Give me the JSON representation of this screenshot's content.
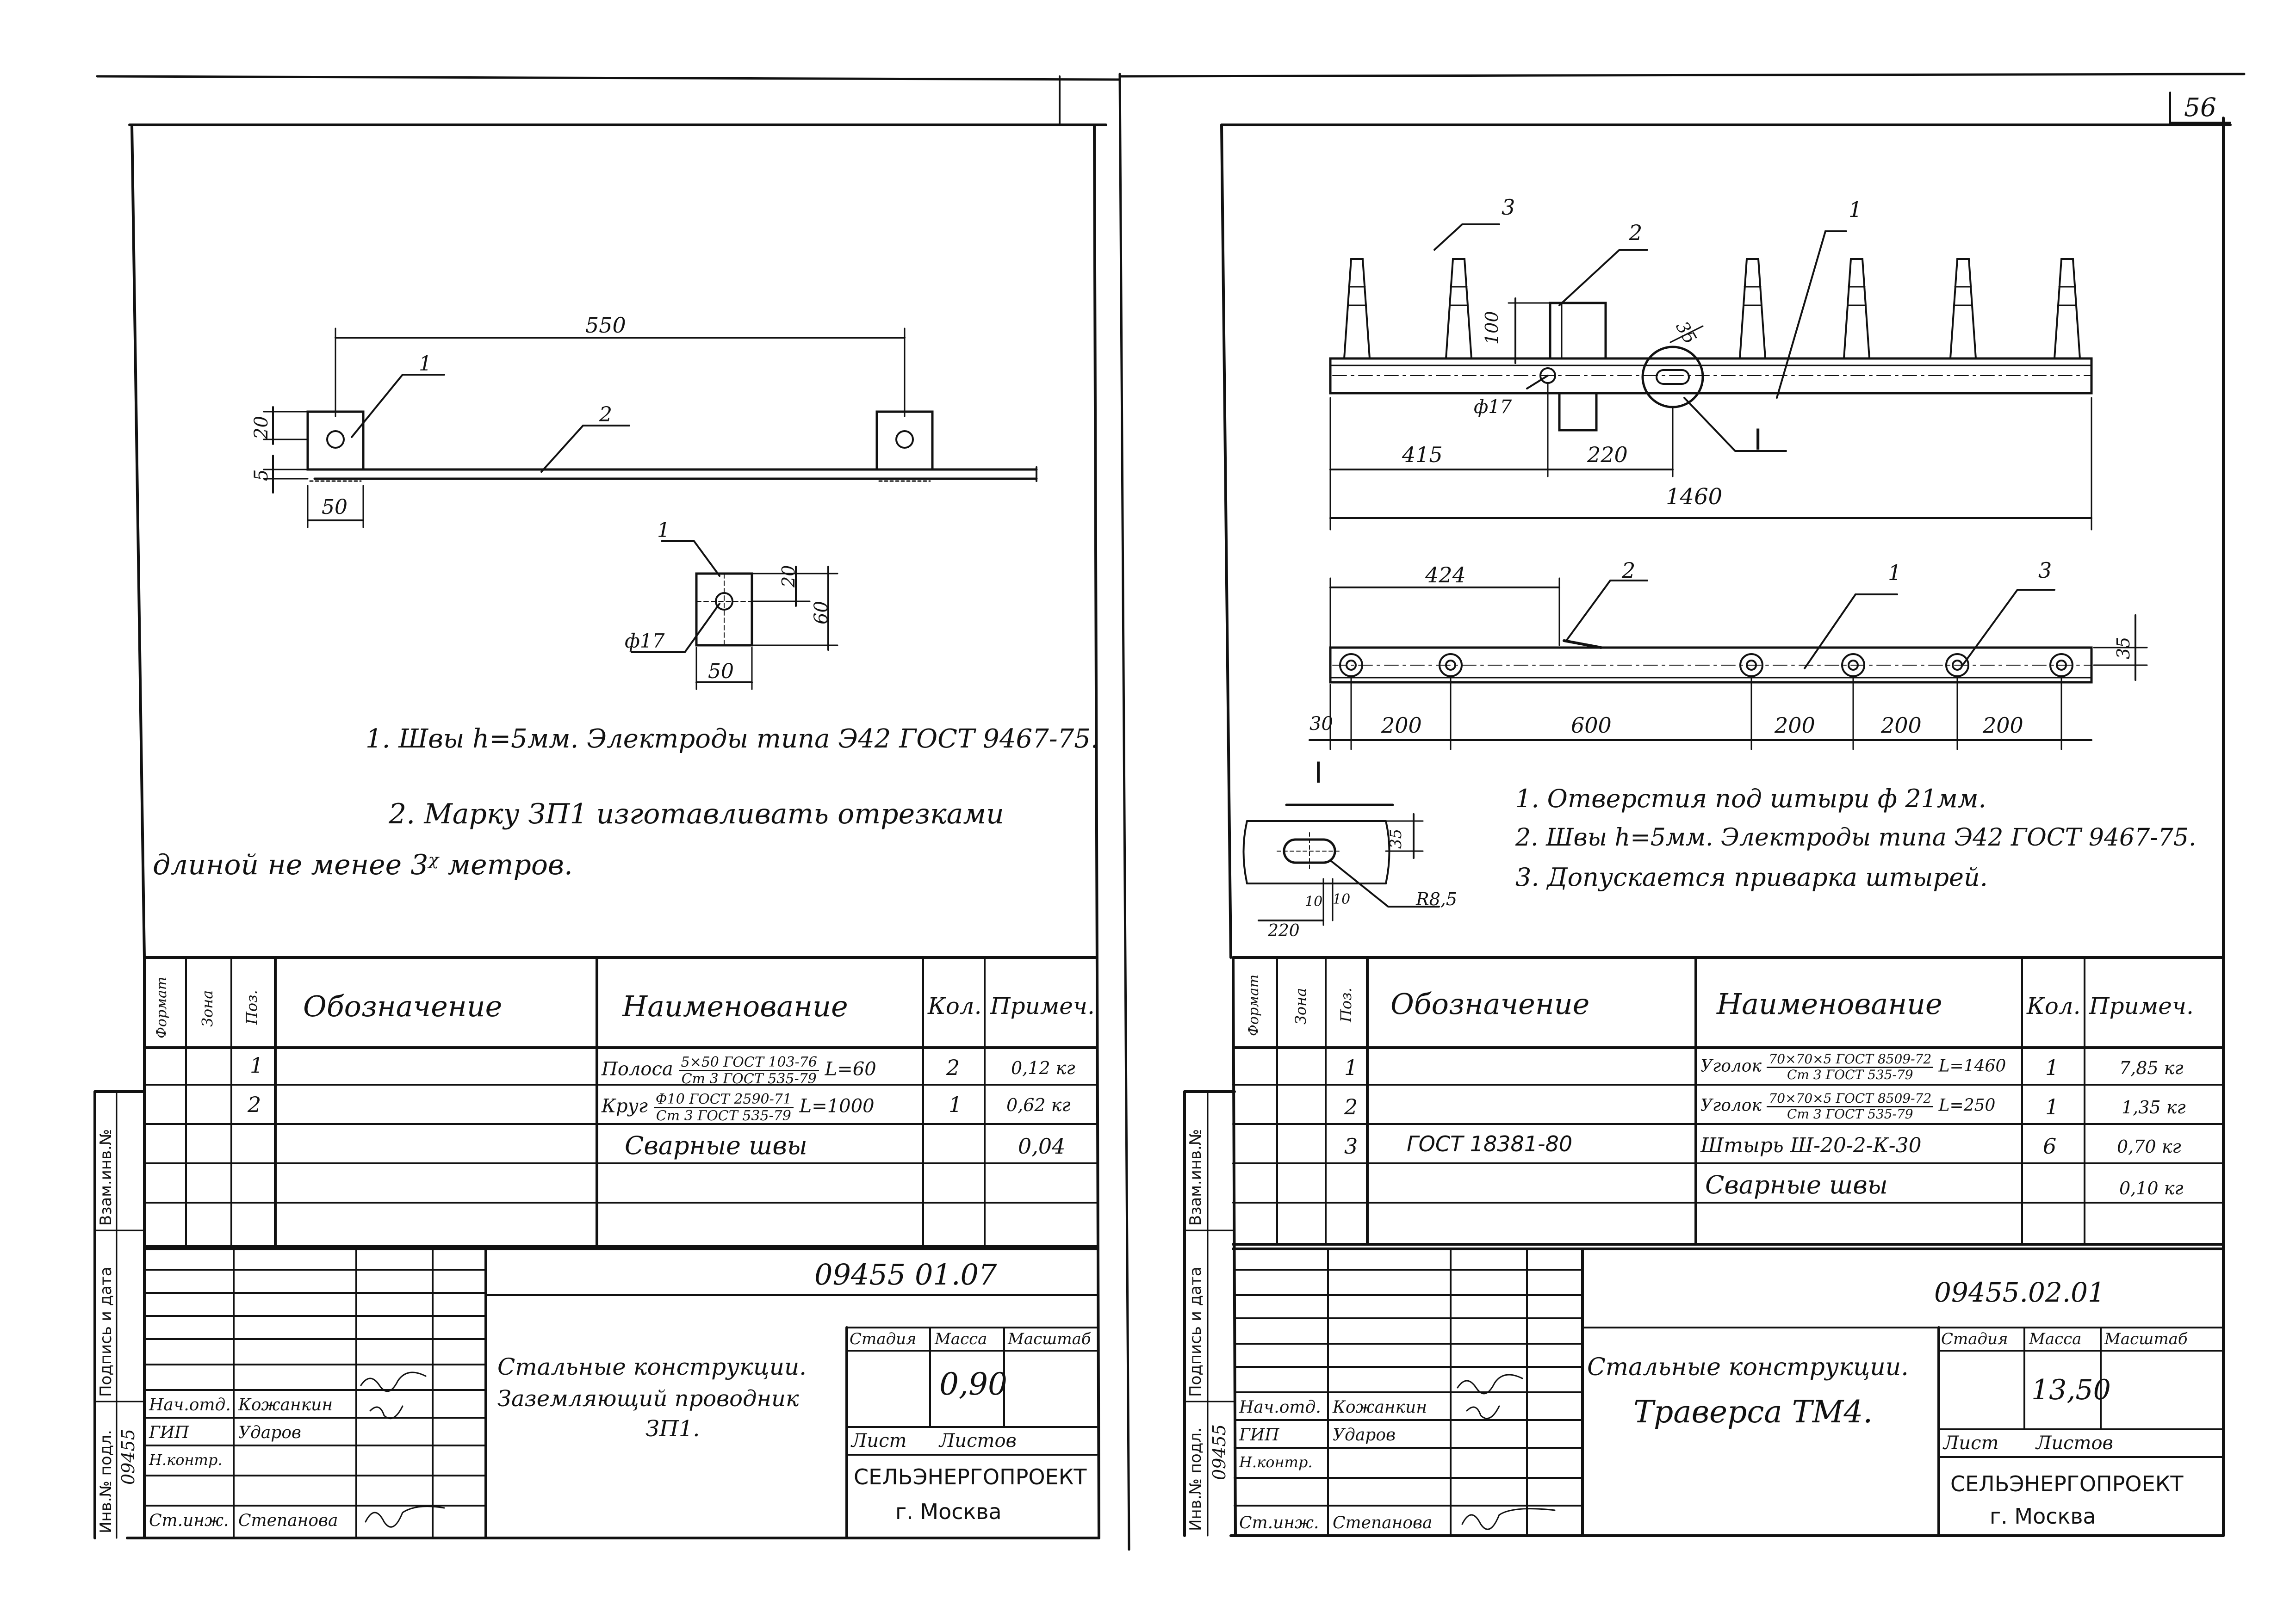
{
  "page_number": "56",
  "left_sheet": {
    "dims": {
      "length": "550",
      "h20": "20",
      "h5": "5",
      "w50": "50",
      "det_50": "50",
      "det_20": "20",
      "det_60": "60",
      "hole": "ф17"
    },
    "callouts": {
      "c1": "1",
      "c2": "2",
      "c1b": "1"
    },
    "notes": [
      "1. Швы h=5мм. Электроды типа Э42 ГОСТ 9467-75.",
      "2. Марку ЗП1 изготавливать отрезками",
      "длиной не менее 3ᵡ метров."
    ],
    "spec_headers": {
      "format": "Формат",
      "zone": "Зона",
      "pos": "Поз.",
      "designation": "Обозначение",
      "name": "Наименование",
      "qty": "Кол.",
      "note": "Примеч."
    },
    "spec_rows": [
      {
        "pos": "1",
        "designation": "",
        "name_main": "Полоса",
        "frac_top": "5×50 ГОСТ 103-76",
        "frac_bot": "Ст 3 ГОСТ 535-79",
        "length": "L=60",
        "qty": "2",
        "note": "0,12 кг"
      },
      {
        "pos": "2",
        "designation": "",
        "name_main": "Круг",
        "frac_top": "Ф10 ГОСТ 2590-71",
        "frac_bot": "Ст 3 ГОСТ 535-79",
        "length": "L=1000",
        "qty": "1",
        "note": "0,62 кг"
      },
      {
        "pos": "",
        "designation": "",
        "name_main": "Сварные швы",
        "frac_top": "",
        "frac_bot": "",
        "length": "",
        "qty": "",
        "note": "0,04"
      }
    ],
    "side_labels": [
      "Взам.инв.№",
      "Подпись и дата",
      "Инв.№ подл."
    ],
    "inv_number": "09455",
    "title_block": {
      "code": "09455 01.07",
      "title_line1": "Стальные конструкции.",
      "title_line2": "Заземляющий проводник",
      "title_line3": "ЗП1.",
      "stage_label": "Стадия",
      "mass_label": "Масса",
      "scale_label": "Масштаб",
      "mass": "0,90",
      "sheet_label": "Лист",
      "sheets_label": "Листов",
      "org": "СЕЛЬЭНЕРГОПРОЕКТ",
      "city": "г. Москва",
      "roles": [
        "Нач.отд.",
        "ГИП",
        "Н.контр.",
        "Ст.инж."
      ],
      "names": [
        "Кожанкин",
        "Ударов",
        "",
        "Степанова"
      ]
    }
  },
  "right_sheet": {
    "dims": {
      "d100": "100",
      "d35a": "35",
      "hole": "ф17",
      "d415": "415",
      "d220": "220",
      "d1460": "1460",
      "d424": "424",
      "d35b": "35",
      "d30": "30",
      "d200a": "200",
      "d600": "600",
      "d200b": "200",
      "d200c": "200",
      "d200d": "200",
      "det_35": "35",
      "det_r": "R8,5",
      "det_10": "10",
      "det_10b": "10",
      "det_220": "220"
    },
    "callouts": {
      "c3": "3",
      "c2": "2",
      "c1": "1",
      "view": "I",
      "c2b": "2",
      "c1b": "1",
      "c3b": "3",
      "view_b": "I"
    },
    "notes": [
      "1. Отверстия под штыри ф 21мм.",
      "2. Швы h=5мм. Электроды типа Э42 ГОСТ 9467-75.",
      "3. Допускается приварка штырей."
    ],
    "spec_headers": {
      "format": "Формат",
      "zone": "Зона",
      "pos": "Поз.",
      "designation": "Обозначение",
      "name": "Наименование",
      "qty": "Кол.",
      "note": "Примеч."
    },
    "spec_rows": [
      {
        "pos": "1",
        "designation": "",
        "name_main": "Уголок",
        "frac_top": "70×70×5 ГОСТ 8509-72",
        "frac_bot": "Ст 3 ГОСТ 535-79",
        "length": "L=1460",
        "qty": "1",
        "note": "7,85 кг"
      },
      {
        "pos": "2",
        "designation": "",
        "name_main": "Уголок",
        "frac_top": "70×70×5 ГОСТ 8509-72",
        "frac_bot": "Ст 3 ГОСТ 535-79",
        "length": "L=250",
        "qty": "1",
        "note": "1,35 кг"
      },
      {
        "pos": "3",
        "designation": "ГОСТ 18381-80",
        "name_main": "Штырь Ш-20-2-К-30",
        "frac_top": "",
        "frac_bot": "",
        "length": "",
        "qty": "6",
        "note": "0,70 кг"
      },
      {
        "pos": "",
        "designation": "",
        "name_main": "Сварные швы",
        "frac_top": "",
        "frac_bot": "",
        "length": "",
        "qty": "",
        "note": "0,10 кг"
      }
    ],
    "side_labels": [
      "Взам.инв.№",
      "Подпись и дата",
      "Инв.№ подл."
    ],
    "inv_number": "09455",
    "title_block": {
      "code": "09455.02.01",
      "title_line1": "Стальные конструкции.",
      "title_line2": "Траверса ТМ4.",
      "stage_label": "Стадия",
      "mass_label": "Масса",
      "scale_label": "Масштаб",
      "mass": "13,50",
      "sheet_label": "Лист",
      "sheets_label": "Листов",
      "org": "СЕЛЬЭНЕРГОПРОЕКТ",
      "city": "г. Москва",
      "roles": [
        "Нач.отд.",
        "ГИП",
        "Н.контр.",
        "Ст.инж."
      ],
      "names": [
        "Кожанкин",
        "Ударов",
        "",
        "Степанова"
      ]
    }
  }
}
